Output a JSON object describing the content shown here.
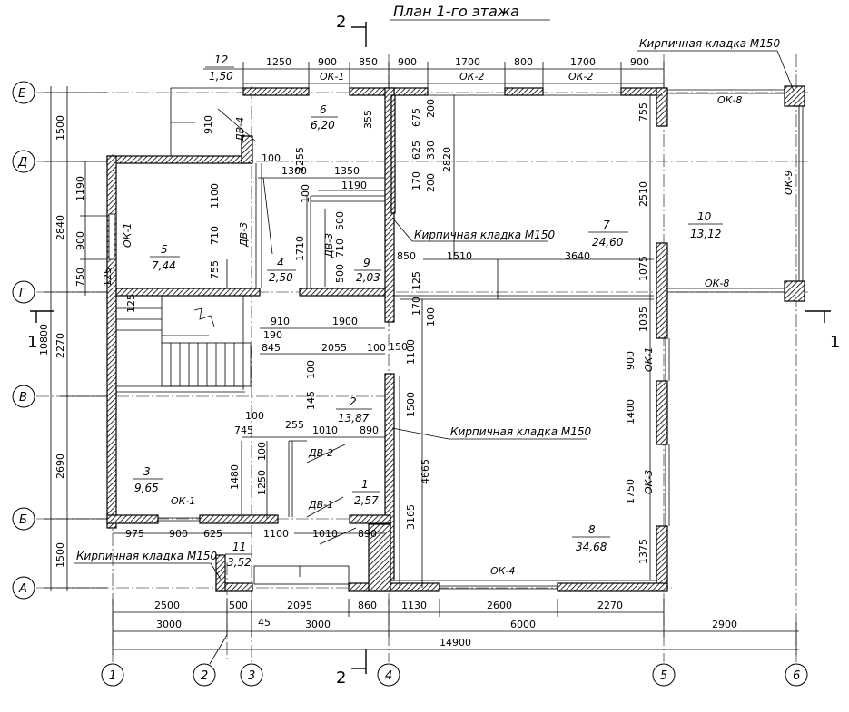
{
  "title": "План 1-го этажа",
  "section_marks": {
    "s2": "2",
    "s1": "1"
  },
  "axes_rows": [
    "Е",
    "Д",
    "Г",
    "В",
    "Б",
    "А"
  ],
  "axes_cols": [
    "1",
    "2",
    "3",
    "4",
    "5",
    "6"
  ],
  "rooms": [
    {
      "num": "6",
      "area": "6,20"
    },
    {
      "num": "5",
      "area": "7,44"
    },
    {
      "num": "4",
      "area": "2,50"
    },
    {
      "num": "9",
      "area": "2,03"
    },
    {
      "num": "7",
      "area": "24,60"
    },
    {
      "num": "10",
      "area": "13,12"
    },
    {
      "num": "2",
      "area": "13,87"
    },
    {
      "num": "3",
      "area": "9,65"
    },
    {
      "num": "1",
      "area": "2,57"
    },
    {
      "num": "8",
      "area": "34,68"
    },
    {
      "num": "12",
      "area": "1,50"
    },
    {
      "num": "11",
      "area": "3,52"
    }
  ],
  "labels": {
    "brick1": "Кирпичная кладка М150",
    "brick2": "Кирпичная кладка М150",
    "brick3": "Кирпичная кладка М150",
    "brick4": "Кирпичная кладка М150",
    "ok1a": "ОК-1",
    "ok1b": "ОК-1",
    "ok1c": "ОК-1",
    "ok1d": "ОК-1",
    "ok2a": "ОК-2",
    "ok2b": "ОК-2",
    "ok3": "ОК-3",
    "ok4": "ОК-4",
    "ok8a": "ОК-8",
    "ok8b": "ОК-8",
    "ok9": "ОК-9",
    "dv1": "ДВ-1",
    "dv2": "ДВ-2",
    "dv3a": "ДВ-3",
    "dv3b": "ДВ-3",
    "dv4": "ДВ-4"
  },
  "dims_top": [
    "1250",
    "900",
    "850",
    "900",
    "1700",
    "800",
    "1700",
    "900"
  ],
  "dims_bottom_1": [
    "2500",
    "500",
    "2095",
    "860",
    "1130",
    "2600",
    "2270"
  ],
  "dims_bottom_2": [
    "3000",
    "45",
    "3000",
    "6000",
    "2900"
  ],
  "dims_total": "14900",
  "dims_left_1": [
    "1500",
    "1190",
    "900",
    "750",
    "125",
    "125"
  ],
  "dims_left_2": [
    "2840",
    "2270",
    "2690",
    "1500"
  ],
  "dims_left_total": "10800",
  "dims_inner": {
    "d355": "355",
    "d675": "675",
    "d200a": "200",
    "d625": "625",
    "d330": "330",
    "d2820": "2820",
    "d170a": "170",
    "d200b": "200",
    "d2255": "2255",
    "d100a": "100",
    "d1300": "1300",
    "d1350": "1350",
    "d1190": "1190",
    "d100b": "100",
    "d1100a": "1100",
    "d710a": "710",
    "d755a": "755",
    "d1710": "1710",
    "d500a": "500",
    "d710b": "710",
    "d500b": "500",
    "d910a": "910",
    "d850": "850",
    "d1510": "1510",
    "d3640": "3640",
    "d2510": "2510",
    "d755b": "755",
    "d1075": "1075",
    "d1035": "1035",
    "d900r": "900",
    "d1400": "1400",
    "d1750": "1750",
    "d1375": "1375",
    "d125a": "125",
    "d170b": "170",
    "d100c": "100",
    "d910b": "910",
    "d1900": "1900",
    "d190": "190",
    "d845": "845",
    "d2055": "2055",
    "d100d": "100",
    "d150": "150",
    "d1100b": "1100",
    "d100e": "100",
    "d145": "145",
    "d1500": "1500",
    "d100f": "100",
    "d745": "745",
    "d255": "255",
    "d1010a": "1010",
    "d890a": "890",
    "d100g": "100",
    "d1480": "1480",
    "d1250": "1250",
    "d3165": "3165",
    "d4665": "4665",
    "d975": "975",
    "d900b": "900",
    "d625b": "625",
    "d1100c": "1100",
    "d1010b": "1010",
    "d890b": "890"
  }
}
